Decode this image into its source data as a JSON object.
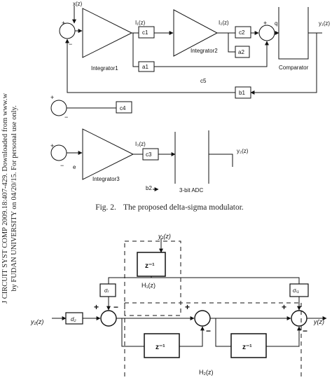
{
  "side_note": {
    "line1": "J CIRCUIT SYST COMP 2009.18:407-429. Downloaded from www.worldscientific.com",
    "line2": "by FUDAN UNIVERSITY on 04/20/15. For personal use only."
  },
  "figure2": {
    "caption_label": "Fig. 2.",
    "caption_text": "The proposed delta-sigma modulator.",
    "x_input": "x(z)",
    "i1": "I₁(z)",
    "i2": "I₂(z)",
    "i3": "I₃(z)",
    "q": "q",
    "y1": "y₁(z)",
    "y2": "y₂(z)",
    "e": "e",
    "integrator1": "Integrator1",
    "integrator2": "Integrator2",
    "integrator3": "Integrator3",
    "comparator": "Comparator",
    "adc": "3-bit ADC",
    "gains": {
      "c1": "c1",
      "c2": "c2",
      "a1": "a1",
      "a2": "a2",
      "c5": "c5",
      "b1": "b1",
      "c4": "c4",
      "c3": "c3",
      "b2": "b2"
    }
  },
  "figure3": {
    "y1_in": "y₁(z)",
    "y2_in": "y₂(z)",
    "y_out": "y(z)",
    "delay": "z⁻¹",
    "h1": "H₁(z)",
    "h2": "H₂(z)",
    "d2": "d₂",
    "sigma_r": "σᵣ",
    "sigma_r1": "σᵣ₁",
    "plus": "+",
    "minus": "−"
  }
}
